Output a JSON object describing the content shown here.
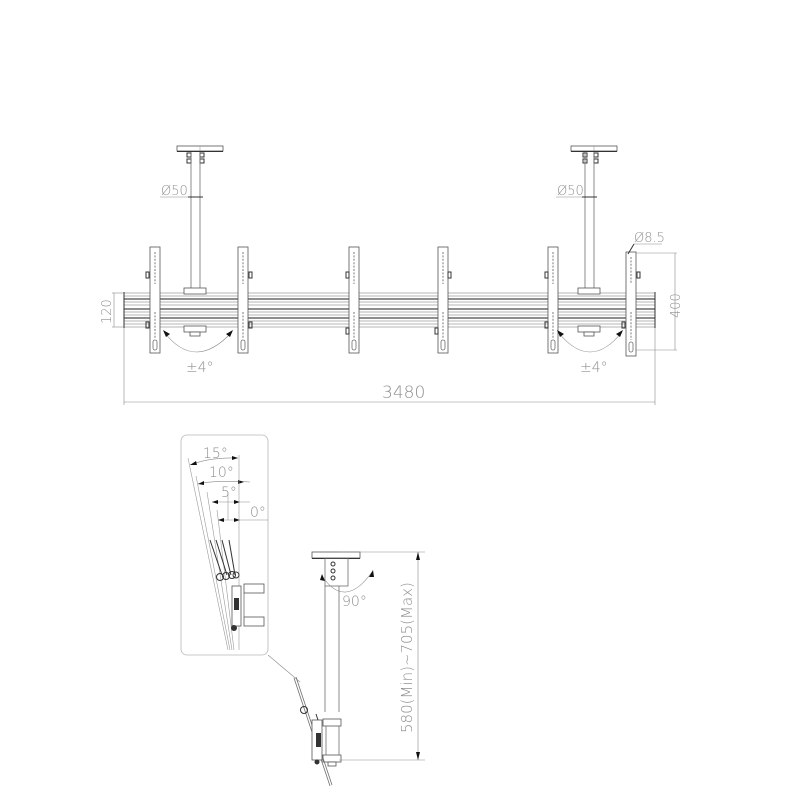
{
  "top_view": {
    "pole_diameter_left": "Ø50",
    "pole_diameter_right": "Ø50",
    "hole_diameter": "Ø8.5",
    "bar_height": "120",
    "bracket_height": "400",
    "total_width": "3480",
    "tilt_left": "±4°",
    "tilt_right": "±4°",
    "bracket_count": 6,
    "pole_count": 2
  },
  "tilt_detail": {
    "angles": [
      "15°",
      "10°",
      "5°",
      "0°"
    ]
  },
  "side_view": {
    "swivel_angle": "90°",
    "height_range": "580(Min)~705(Max)"
  },
  "colors": {
    "line": "#6f6f6f",
    "dimension_text": "#8f8f8f",
    "background": "#ffffff"
  }
}
